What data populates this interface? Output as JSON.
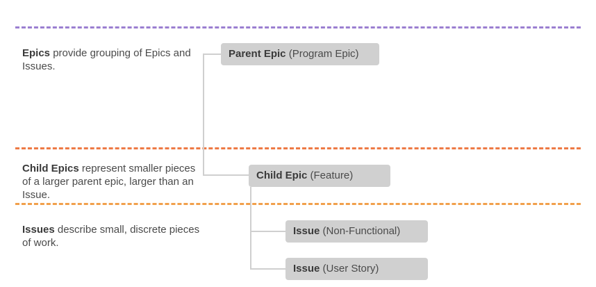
{
  "levels": {
    "epics": {
      "term": "Epics",
      "description": " provide grouping of Epics and Issues.",
      "divider_color": "#9b7fd1"
    },
    "child_epics": {
      "term": "Child Epics",
      "description": " represent smaller pieces of a larger parent epic, larger than an Issue.",
      "divider_color": "#ee7a45"
    },
    "issues": {
      "term": "Issues",
      "description": " describe small, discrete pieces of work.",
      "divider_color": "#f1a04c"
    }
  },
  "nodes": {
    "parent_epic": {
      "name": "Parent Epic",
      "qualifier": " (Program Epic)"
    },
    "child_epic": {
      "name": "Child Epic",
      "qualifier": " (Feature)"
    },
    "issue_nf": {
      "name": "Issue",
      "qualifier": " (Non-Functional)"
    },
    "issue_us": {
      "name": "Issue",
      "qualifier": " (User Story)"
    }
  },
  "colors": {
    "node_fill": "#d0d0d0",
    "connector": "#cfcfcf"
  }
}
